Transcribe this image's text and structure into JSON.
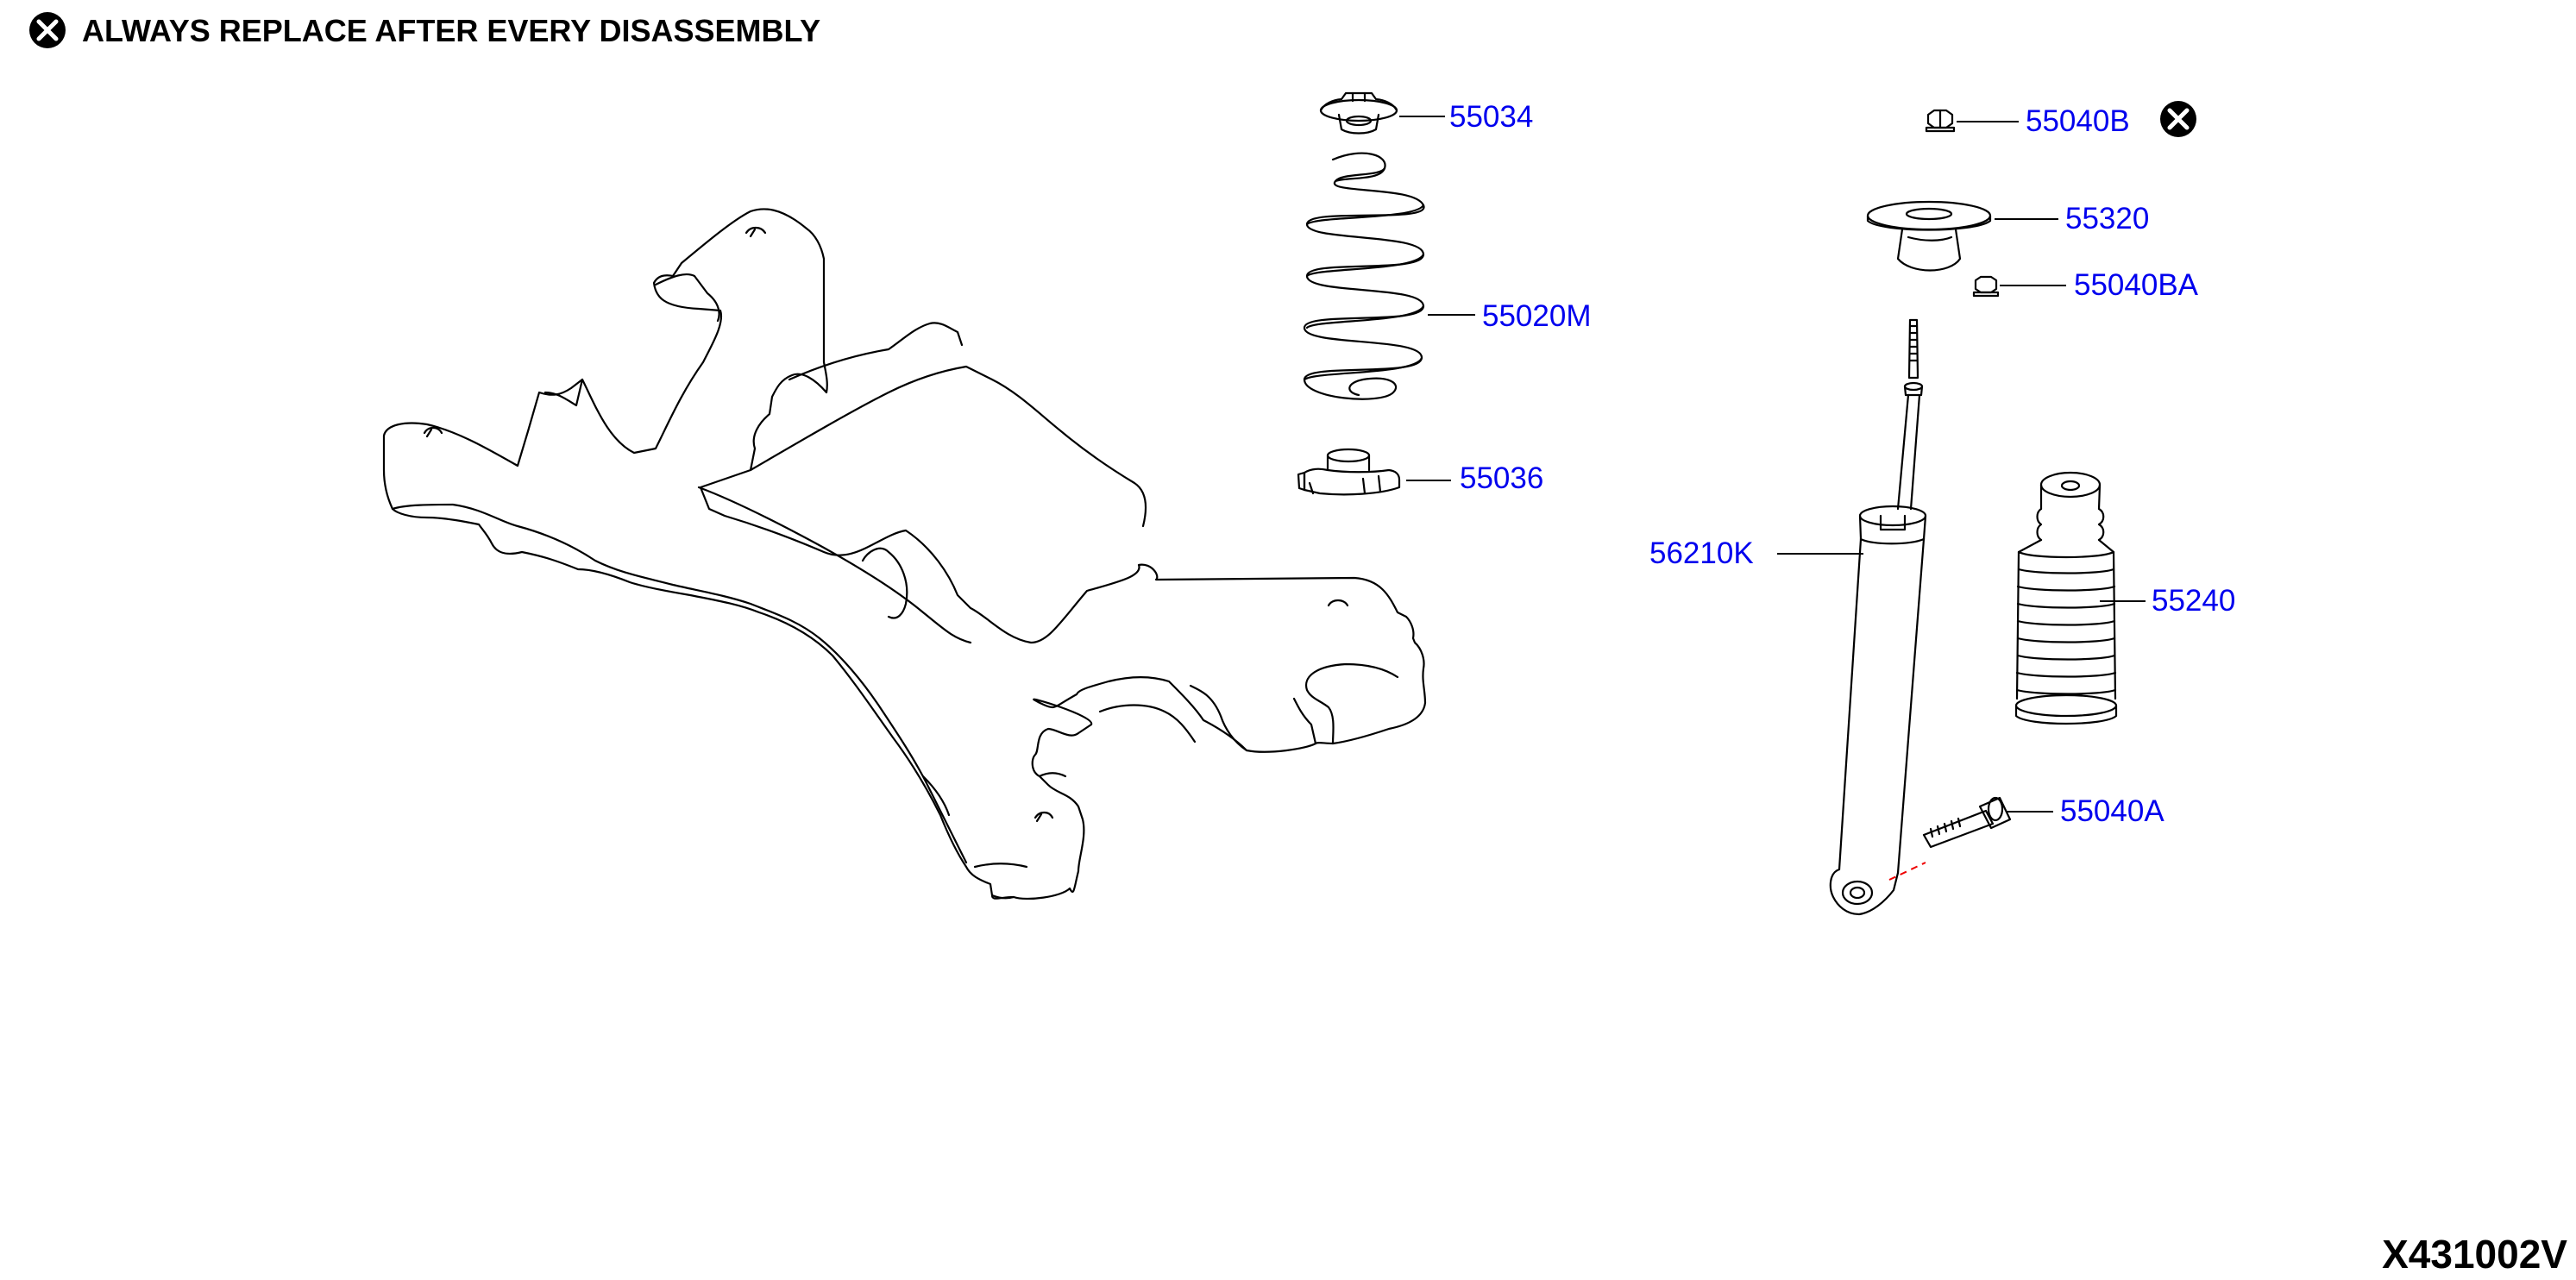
{
  "note": {
    "icon": "x-circle-icon",
    "text": "ALWAYS REPLACE AFTER EVERY DISASSEMBLY"
  },
  "diagram_code": "X431002V",
  "colors": {
    "part_label": "#0000ee",
    "line": "#000000",
    "centerline": "#ee0000",
    "background": "#ffffff"
  },
  "parts": [
    {
      "id": "p55034",
      "number": "55034"
    },
    {
      "id": "p55020m",
      "number": "55020M"
    },
    {
      "id": "p55036",
      "number": "55036"
    },
    {
      "id": "p55040b",
      "number": "55040B",
      "replace_icon": "x-circle-icon"
    },
    {
      "id": "p55320",
      "number": "55320"
    },
    {
      "id": "p55040ba",
      "number": "55040BA"
    },
    {
      "id": "p56210k",
      "number": "56210K"
    },
    {
      "id": "p55240",
      "number": "55240"
    },
    {
      "id": "p55040a",
      "number": "55040A"
    }
  ]
}
